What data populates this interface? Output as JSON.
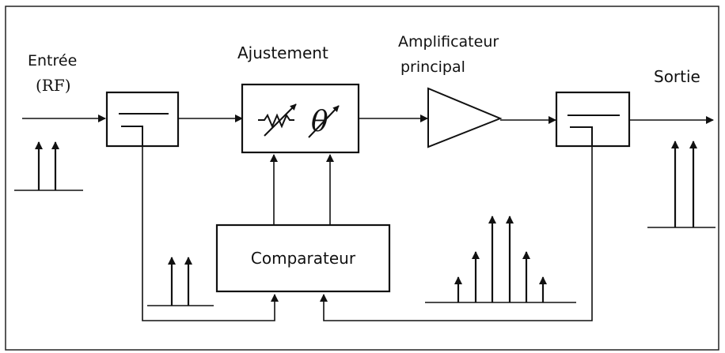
{
  "diagram": {
    "labels": {
      "input_line1": "Entrée",
      "input_line2": "(RF)",
      "adjustment": "Ajustement",
      "amplifier_line1": "Amplificateur",
      "amplifier_line2": "principal",
      "output": "Sortie",
      "comparator": "Comparateur"
    },
    "icons": {
      "coupler_in": "directional-coupler-icon",
      "coupler_out": "directional-coupler-icon",
      "attenuator": "variable-attenuator-icon",
      "phase_shifter": "variable-phase-shifter-icon",
      "amplifier": "amplifier-triangle-icon"
    },
    "colors": {
      "stroke": "#111111",
      "background": "#ffffff"
    }
  }
}
